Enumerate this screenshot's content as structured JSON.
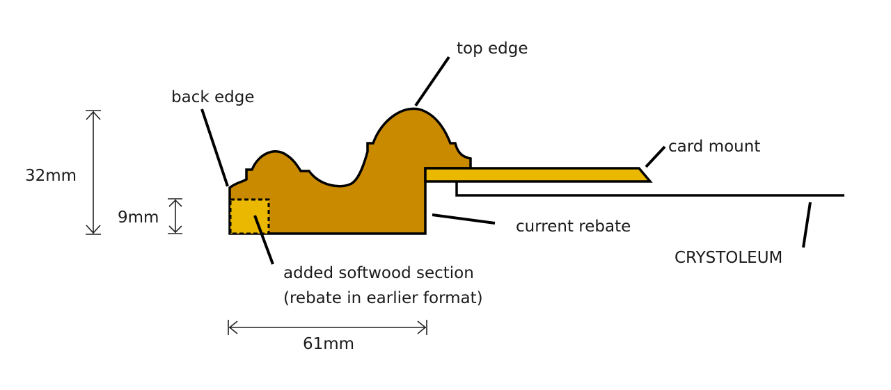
{
  "title": "Frame profile cross-section",
  "colors": {
    "moulding": "#C98A00",
    "softwood": "#EAB800",
    "card_mount": "#EAB800",
    "outline": "#000000",
    "background": "#FFFFFF"
  },
  "labels": {
    "top_edge": "top edge",
    "back_edge": "back edge",
    "card_mount": "card mount",
    "current_rebate": "current rebate",
    "crystoleum": "CRYSTOLEUM",
    "softwood_line1": "added softwood section",
    "softwood_line2": "(rebate in earlier format)"
  },
  "dimensions": {
    "height_total": "32mm",
    "height_rebate": "9mm",
    "width_total": "61mm"
  }
}
